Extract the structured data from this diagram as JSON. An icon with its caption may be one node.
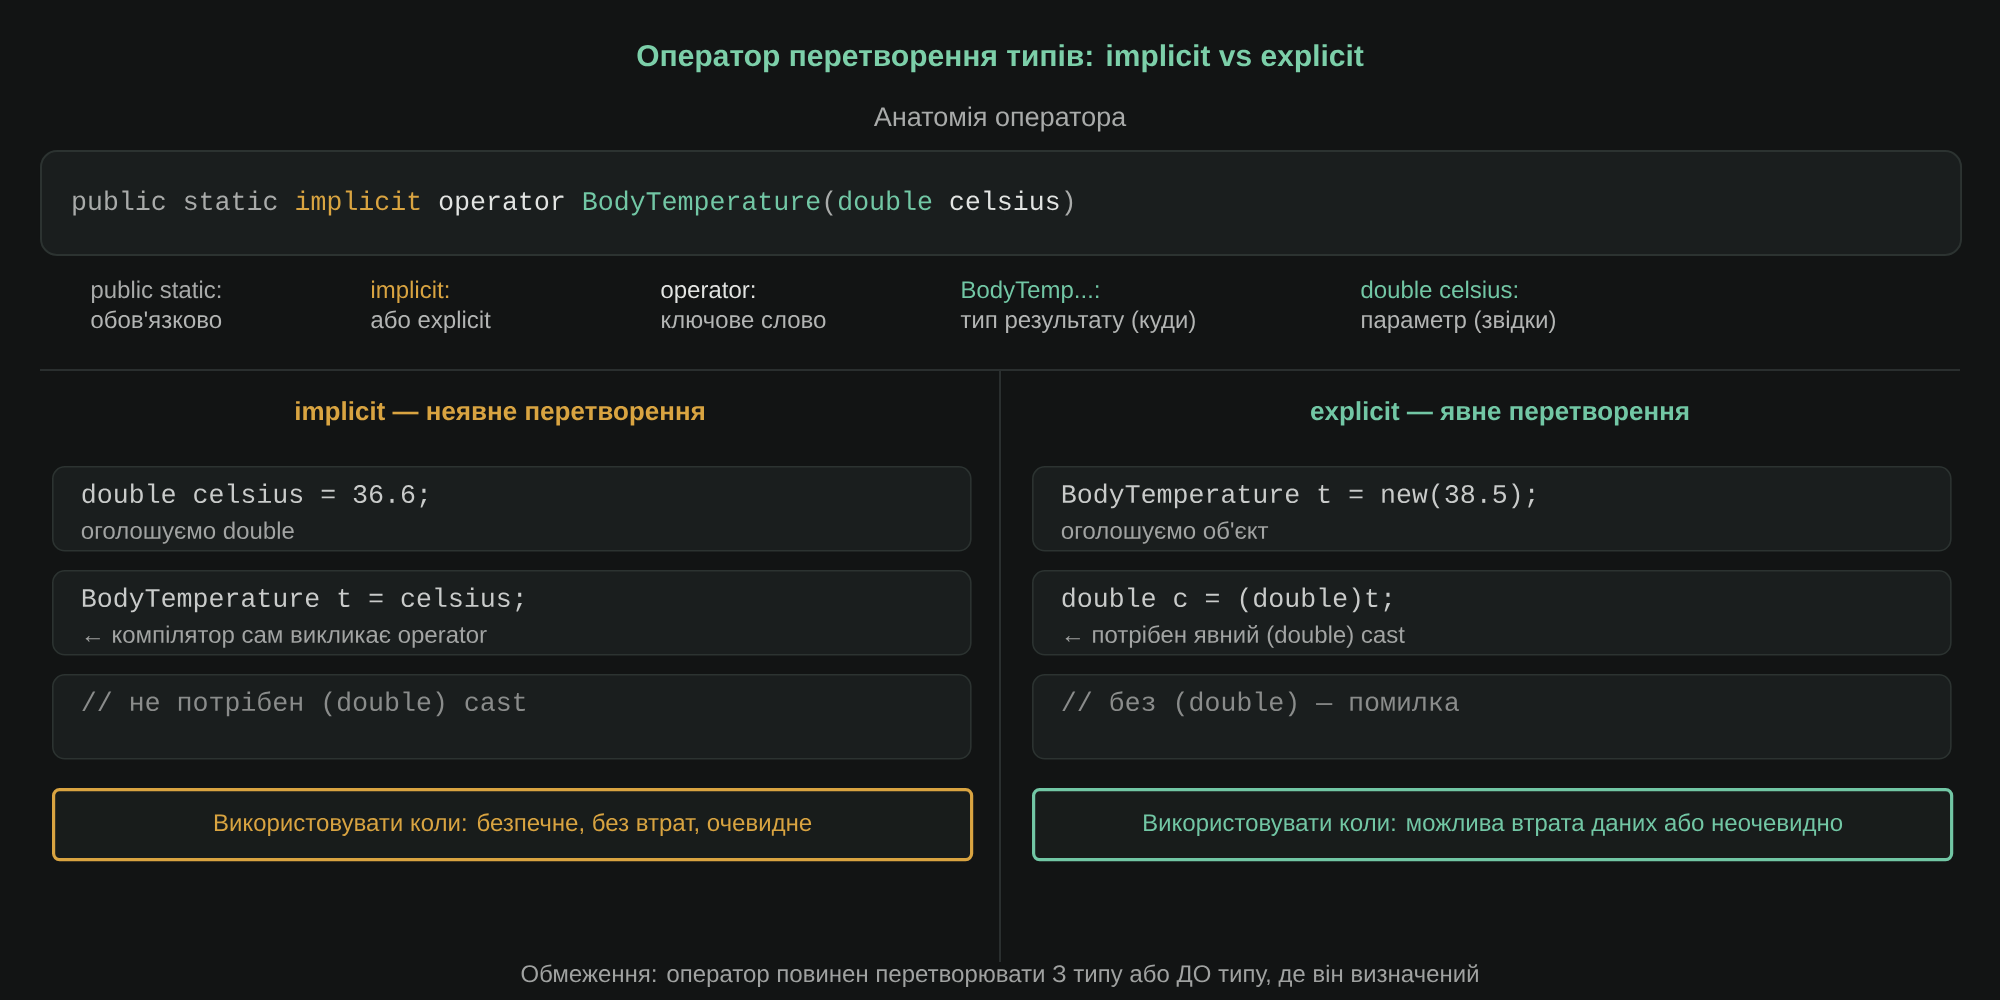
{
  "diagram": {
    "title": "Оператор перетворення типів: implicit vs explicit",
    "nodes": [
      {
        "text": [
          "public static",
          "implicit",
          "operator",
          "BodyTemperature",
          "(",
          "double",
          "celsius",
          ")"
        ]
      },
      {
        "text": [
          "double celsius = 36.6;",
          "оголошуємо double"
        ]
      },
      {
        "text": [
          "BodyTemperature t = celsius;",
          "← компілятор сам викликає operator"
        ]
      },
      {
        "text": [
          "// не потрібен (double) cast"
        ]
      },
      {
        "text": [
          "Використовувати коли: безпечне, без втрат, очевидне"
        ]
      },
      {
        "text": [
          "BodyTemperature t = new(38.5);",
          "оголошуємо об'єкт"
        ]
      },
      {
        "text": [
          "double c = (double)t;",
          "← потрібен явний (double) cast"
        ]
      },
      {
        "text": [
          "// без (double) — помилка"
        ]
      },
      {
        "text": [
          "Використовувати коли: можлива втрата даних або неочевидно"
        ]
      }
    ],
    "labels": [
      "Анатомія оператора",
      "public static:",
      "обов'язково",
      "implicit:",
      "або explicit",
      "operator:",
      "ключове слово",
      "BodyTemp...:",
      "тип результату (куди)",
      "double celsius:",
      "параметр (звідки)",
      "implicit — неявне перетворення",
      "explicit — явне перетворення",
      "Обмеження: оператор повинен перетворювати З типу або ДО типу, де він визначений"
    ]
  }
}
